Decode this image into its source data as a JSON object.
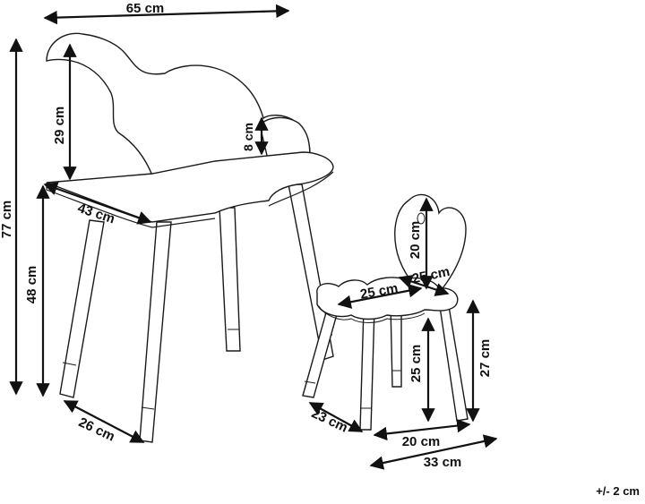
{
  "dimensions": {
    "table_width": "65 cm",
    "total_height": "77 cm",
    "mirror_height": "29 cm",
    "shelf_height": "8 cm",
    "table_depth": "43 cm",
    "table_height": "48 cm",
    "leg_spread": "26 cm",
    "backrest_height": "20 cm",
    "seat_depth": "25 cm",
    "seat_width": "25 cm",
    "chair_height": "27 cm",
    "seat_height": "25 cm",
    "chair_depth": "23 cm",
    "chair_width_inner": "20 cm",
    "chair_width_outer": "33 cm"
  },
  "tolerance": "+/- 2 cm"
}
